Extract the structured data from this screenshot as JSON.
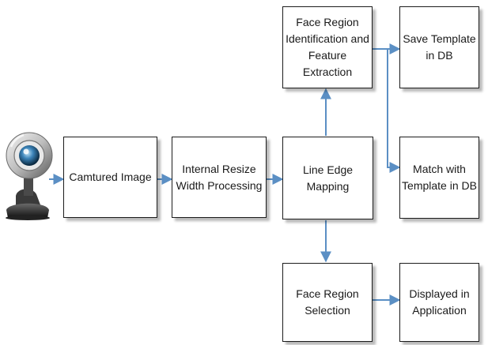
{
  "diagram": {
    "nodes": [
      {
        "id": "captured",
        "label": "Camtured Image"
      },
      {
        "id": "resize",
        "label": "Internal Resize\nWidth Processing"
      },
      {
        "id": "edge",
        "label": "Line Edge\nMapping"
      },
      {
        "id": "face_id",
        "label": "Face Region\nIdentification and\nFeature Extraction"
      },
      {
        "id": "save",
        "label": "Save Template\nin DB"
      },
      {
        "id": "match",
        "label": "Match with\nTemplate in DB"
      },
      {
        "id": "selection",
        "label": "Face Region\nSelection"
      },
      {
        "id": "display",
        "label": "Displayed in\nApplication"
      }
    ],
    "edges": [
      {
        "from": "webcam",
        "to": "captured"
      },
      {
        "from": "captured",
        "to": "resize"
      },
      {
        "from": "resize",
        "to": "edge"
      },
      {
        "from": "edge",
        "to": "face_id"
      },
      {
        "from": "face_id",
        "to": "save"
      },
      {
        "from": "face_id",
        "to": "match"
      },
      {
        "from": "edge",
        "to": "selection"
      },
      {
        "from": "selection",
        "to": "display"
      }
    ],
    "webcam_icon": "webcam-icon",
    "colors": {
      "arrow": "#5b8fc4",
      "border": "#1c1c1c",
      "text": "#1a1a1a",
      "background": "#ffffff"
    }
  }
}
